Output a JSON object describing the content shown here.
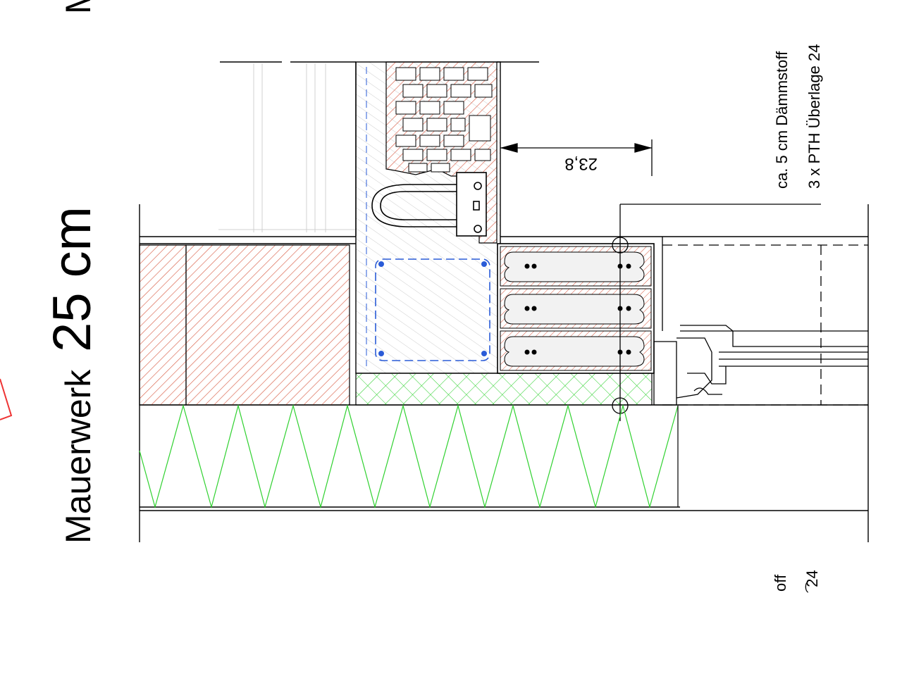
{
  "drawing": {
    "title_prefix": "Mauerwerk",
    "title_value": "25 cm",
    "corner_fragment": "M",
    "dimension": "23,8",
    "note_line1": "ca. 5 cm Dämmstoff",
    "note_line2": "3 x PTH Überlage 24",
    "note_fragment1": "off",
    "note_fragment2": "͡ 24"
  },
  "colors": {
    "masonry_hatch": "#d9614a",
    "insulation": "#2fd12f",
    "rebar": "#2a5bd7",
    "line": "#000000",
    "concrete_hatch": "#bcbcbc"
  }
}
